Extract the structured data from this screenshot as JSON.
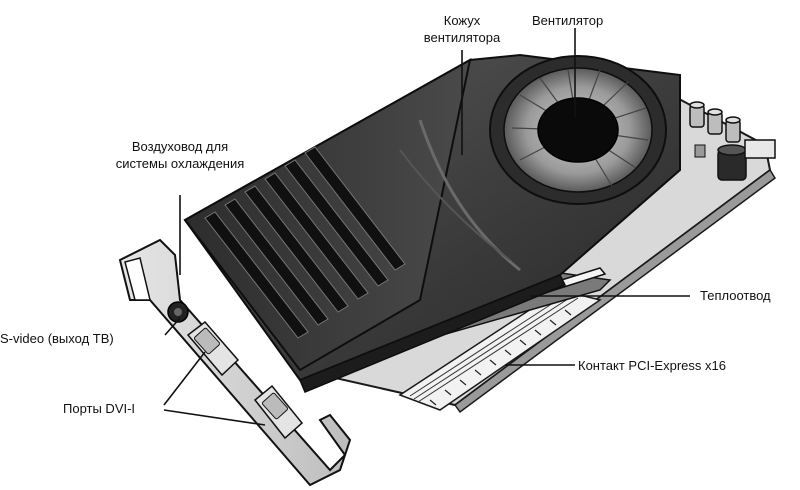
{
  "labels": {
    "fan_shroud": [
      "Кожух",
      "вентилятора"
    ],
    "fan": "Вентилятор",
    "air_duct": [
      "Воздуховод для",
      "системы охлаждения"
    ],
    "heatsink": "Теплоотвод",
    "pcie_contact": "Контакт PCI-Express x16",
    "svideo": "S-video (выход ТВ)",
    "dvi_ports": "Порты DVI-I"
  }
}
